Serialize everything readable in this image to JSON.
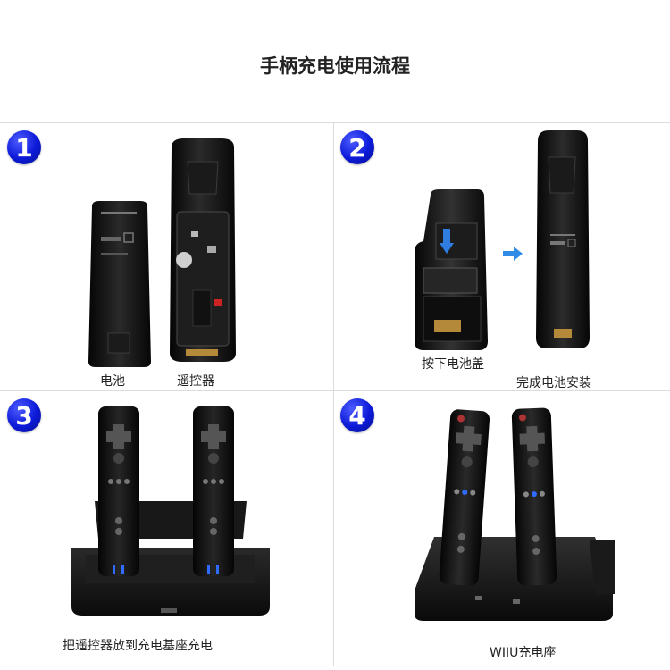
{
  "page": {
    "title": "手柄充电使用流程"
  },
  "steps": [
    {
      "number": "1",
      "captions": [
        "电池",
        "遥控器"
      ]
    },
    {
      "number": "2",
      "captions": [
        "按下电池盖",
        "完成电池安装"
      ]
    },
    {
      "number": "3",
      "captions": [
        "把遥控器放到充电基座充电"
      ]
    },
    {
      "number": "4",
      "captions": [
        "WIIU充电座"
      ]
    }
  ],
  "colors": {
    "badge": "#0c1ad8",
    "device": "#111111",
    "arrow": "#2f8be6",
    "led_blue": "#2f6bff"
  }
}
